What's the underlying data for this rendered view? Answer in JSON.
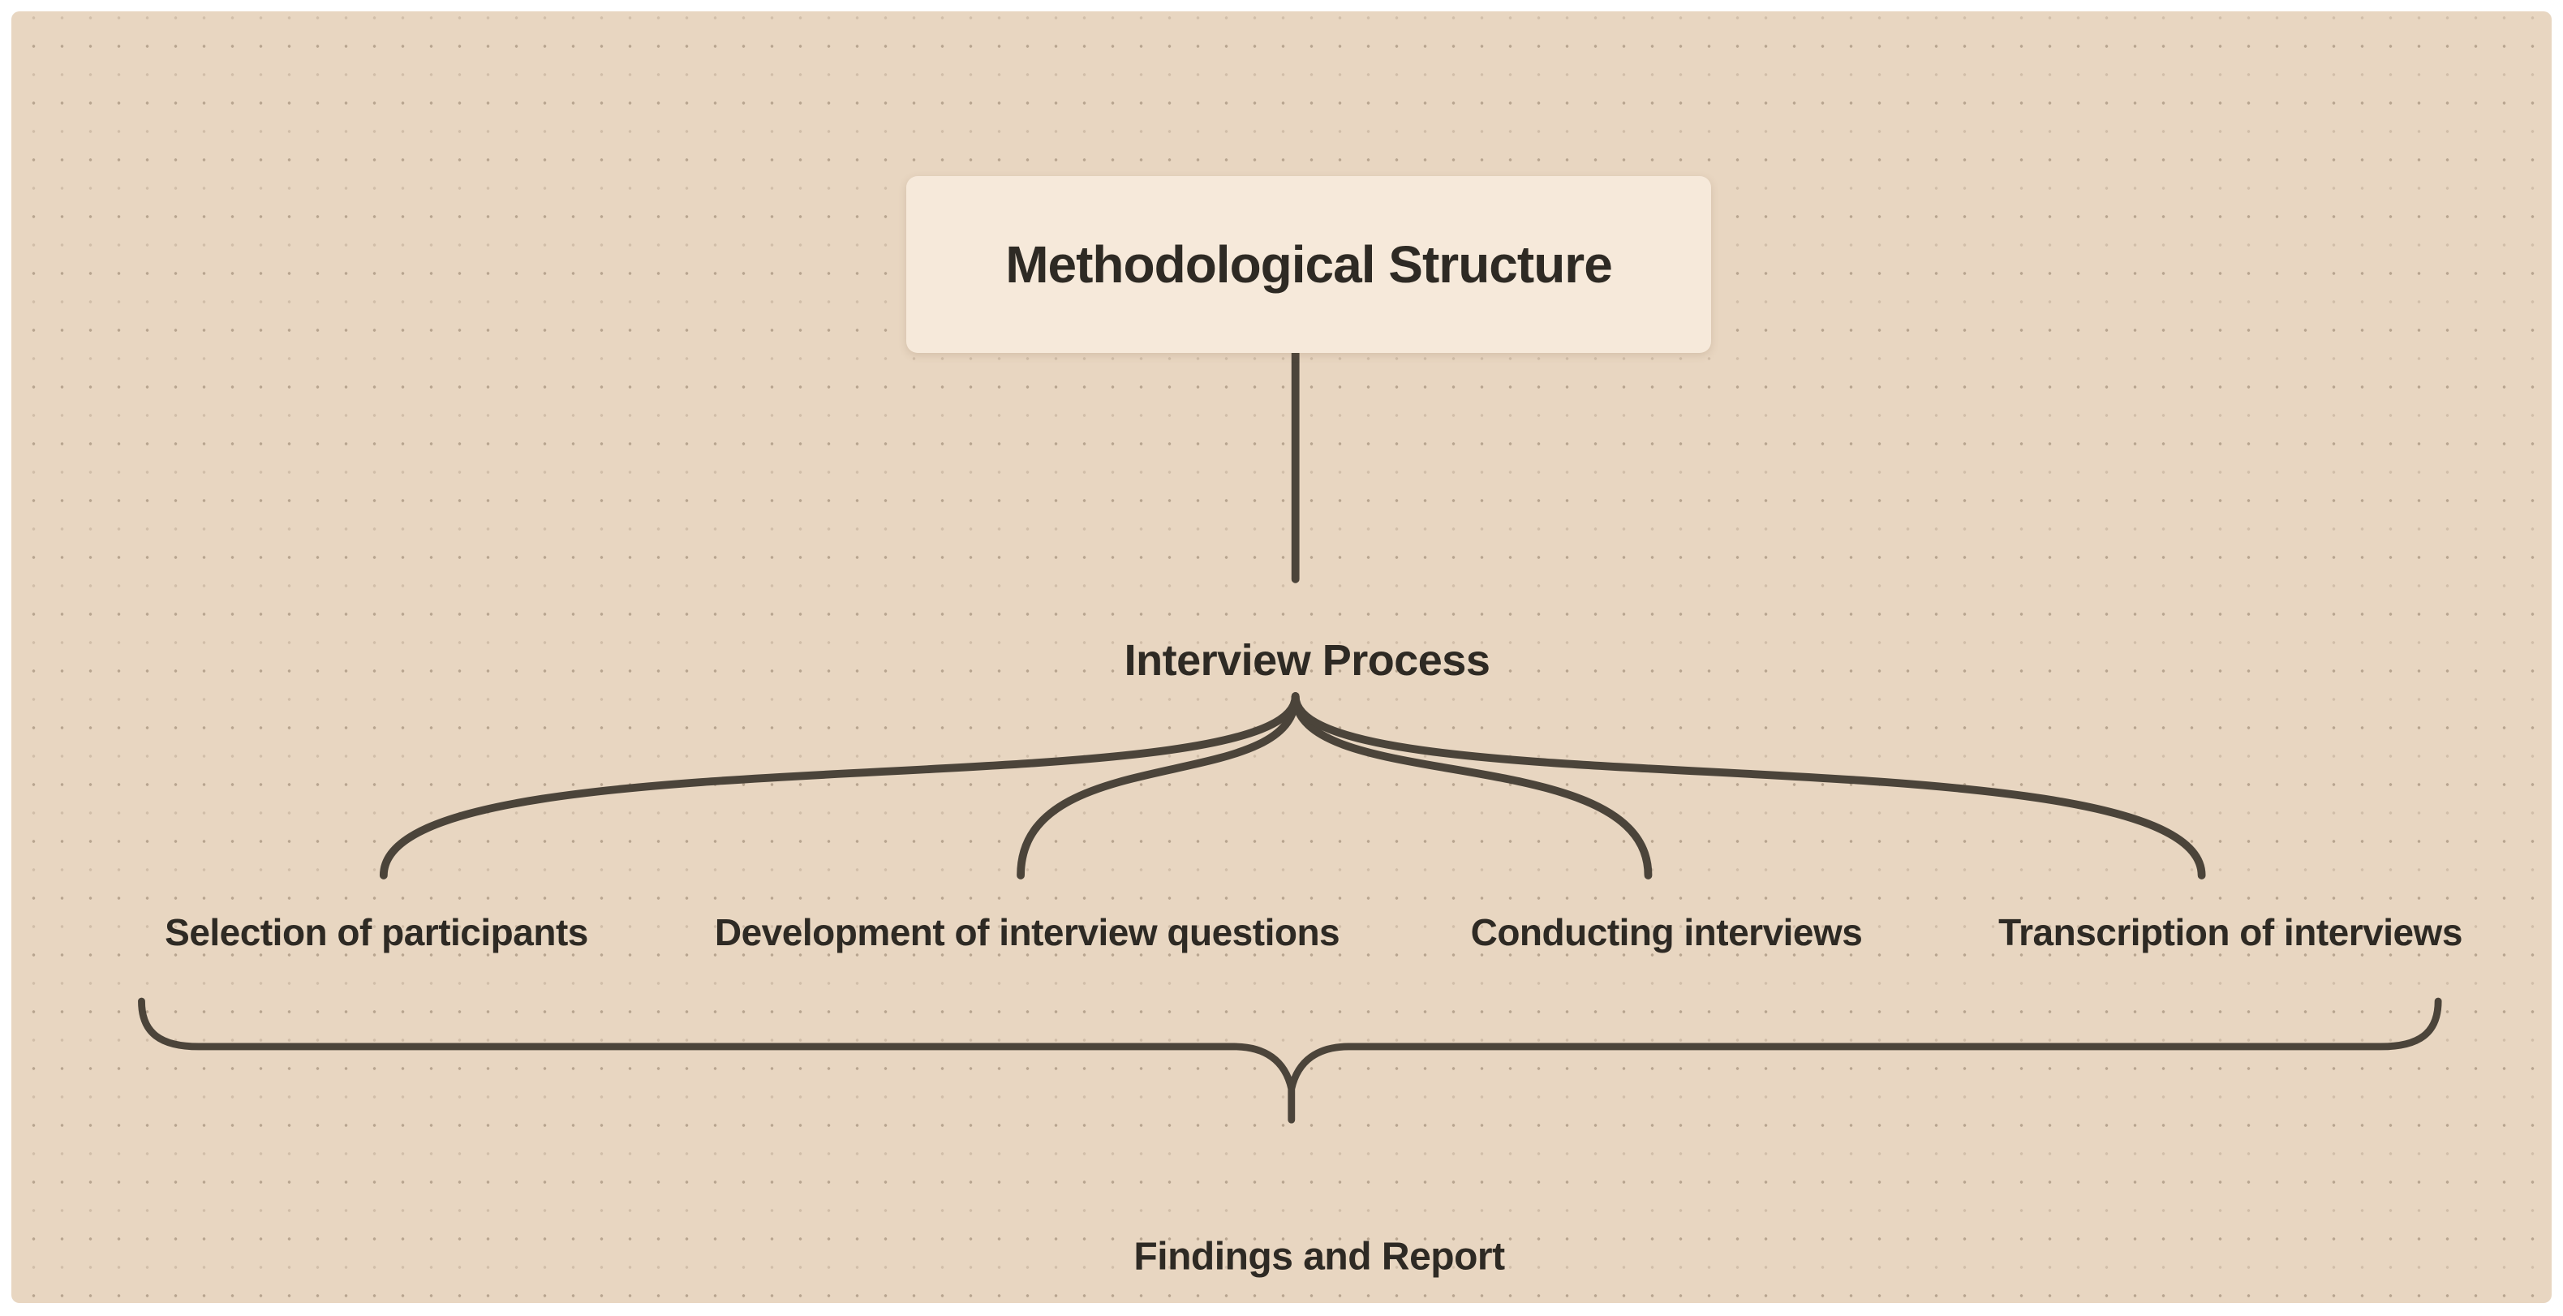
{
  "diagram": {
    "root": {
      "label": "Methodological Structure"
    },
    "hub": {
      "label": "Interview Process"
    },
    "children": [
      {
        "label": "Selection of participants"
      },
      {
        "label": "Development of interview questions"
      },
      {
        "label": "Conducting interviews"
      },
      {
        "label": "Transcription of interviews"
      }
    ],
    "summary": {
      "label": "Findings and Report"
    },
    "colors": {
      "page": "#ffffff",
      "canvas": "#e8d6c1",
      "node_fill": "#f6e9da",
      "line": "#4b443a",
      "text": "#2e2a24"
    }
  }
}
